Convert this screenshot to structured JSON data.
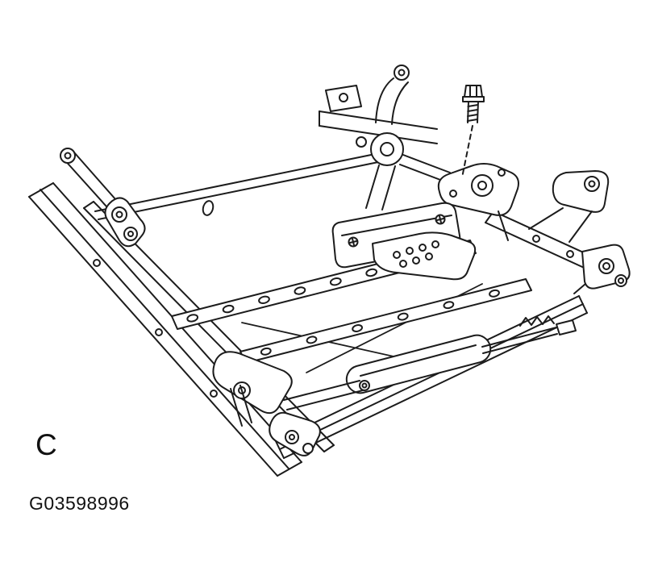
{
  "figure": {
    "panel_label": "C",
    "figure_id": "G03598996"
  },
  "diagram": {
    "name": "seat-track-adjuster-assembly",
    "line_color": "#1c1c1c",
    "background_color": "#ffffff"
  }
}
